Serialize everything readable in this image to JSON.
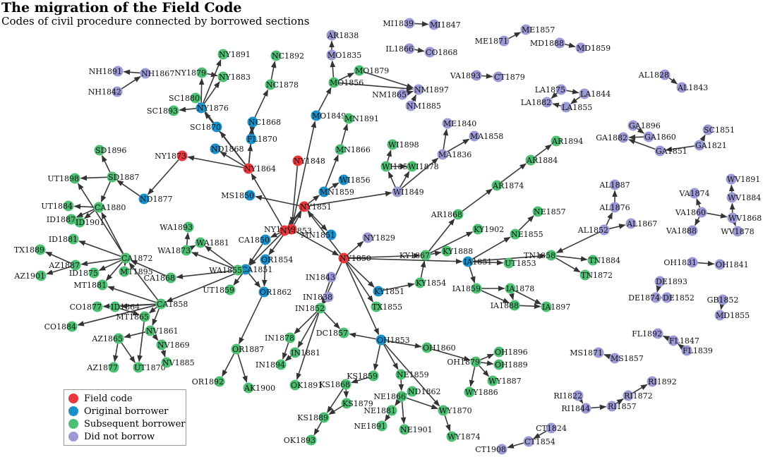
{
  "title": "The migration of the Field Code",
  "subtitle": "Codes of civil procedure connected by borrowed sections",
  "colors": {
    "field": "#e8383d",
    "original": "#1b8fc9",
    "subsequent": "#4cbf73",
    "none": "#9b9ad6",
    "edge": "#3a3a3a"
  },
  "legend": [
    {
      "label": "Field code",
      "category": "field"
    },
    {
      "label": "Original borrower",
      "category": "original"
    },
    {
      "label": "Subsequent borrower",
      "category": "subsequent"
    },
    {
      "label": "Did not borrow",
      "category": "none"
    }
  ],
  "nodes": [
    {
      "id": "NY1848",
      "c": "field"
    },
    {
      "id": "NY1849",
      "c": "field"
    },
    {
      "id": "NY1850",
      "c": "field"
    },
    {
      "id": "NY1851",
      "c": "field"
    },
    {
      "id": "NY1853",
      "c": "field"
    },
    {
      "id": "NY1864",
      "c": "field"
    },
    {
      "id": "NY1873",
      "c": "field"
    },
    {
      "id": "NY1876",
      "c": "original"
    },
    {
      "id": "SC1870",
      "c": "original"
    },
    {
      "id": "NC1868",
      "c": "original"
    },
    {
      "id": "FL1870",
      "c": "original"
    },
    {
      "id": "ND1868",
      "c": "original"
    },
    {
      "id": "MO1849",
      "c": "original"
    },
    {
      "id": "WI1856",
      "c": "original"
    },
    {
      "id": "MN1859",
      "c": "original"
    },
    {
      "id": "MN1851",
      "c": "original"
    },
    {
      "id": "MS1850",
      "c": "original"
    },
    {
      "id": "ND1877",
      "c": "original"
    },
    {
      "id": "CA1850",
      "c": "original"
    },
    {
      "id": "OR1854",
      "c": "original"
    },
    {
      "id": "CA1851",
      "c": "original"
    },
    {
      "id": "OR1862",
      "c": "original"
    },
    {
      "id": "KY1851",
      "c": "original"
    },
    {
      "id": "IA1851",
      "c": "original"
    },
    {
      "id": "OH1853",
      "c": "original"
    },
    {
      "id": "NY1891",
      "c": "subsequent"
    },
    {
      "id": "NY1879",
      "c": "subsequent"
    },
    {
      "id": "NY1883",
      "c": "subsequent"
    },
    {
      "id": "SC1880",
      "c": "subsequent"
    },
    {
      "id": "SC1893",
      "c": "subsequent"
    },
    {
      "id": "NC1892",
      "c": "subsequent"
    },
    {
      "id": "NC1878",
      "c": "subsequent"
    },
    {
      "id": "SD1896",
      "c": "subsequent"
    },
    {
      "id": "SD1887",
      "c": "subsequent"
    },
    {
      "id": "UT1898",
      "c": "subsequent"
    },
    {
      "id": "CA1880",
      "c": "subsequent"
    },
    {
      "id": "UT1884",
      "c": "subsequent"
    },
    {
      "id": "ID1887",
      "c": "subsequent"
    },
    {
      "id": "ID1901",
      "c": "subsequent"
    },
    {
      "id": "ID1881",
      "c": "subsequent"
    },
    {
      "id": "CA1872",
      "c": "subsequent"
    },
    {
      "id": "TX1889",
      "c": "subsequent"
    },
    {
      "id": "AZ1887",
      "c": "subsequent"
    },
    {
      "id": "AZ1901",
      "c": "subsequent"
    },
    {
      "id": "ID1875",
      "c": "subsequent"
    },
    {
      "id": "MT1895",
      "c": "subsequent"
    },
    {
      "id": "MT1881",
      "c": "subsequent"
    },
    {
      "id": "WA1893",
      "c": "subsequent"
    },
    {
      "id": "WA1873",
      "c": "subsequent"
    },
    {
      "id": "WA1881",
      "c": "subsequent"
    },
    {
      "id": "WA1855",
      "c": "subsequent"
    },
    {
      "id": "CA1868",
      "c": "subsequent"
    },
    {
      "id": "UT1859",
      "c": "subsequent"
    },
    {
      "id": "CO1877",
      "c": "subsequent"
    },
    {
      "id": "ID1864",
      "c": "subsequent"
    },
    {
      "id": "CA1858",
      "c": "subsequent"
    },
    {
      "id": "CO1884",
      "c": "subsequent"
    },
    {
      "id": "MT1865",
      "c": "subsequent"
    },
    {
      "id": "NV1861",
      "c": "subsequent"
    },
    {
      "id": "AZ1865",
      "c": "subsequent"
    },
    {
      "id": "NV1869",
      "c": "subsequent"
    },
    {
      "id": "AZ1877",
      "c": "subsequent"
    },
    {
      "id": "UT1870",
      "c": "subsequent"
    },
    {
      "id": "NV1885",
      "c": "subsequent"
    },
    {
      "id": "OR1887",
      "c": "subsequent"
    },
    {
      "id": "OR1892",
      "c": "subsequent"
    },
    {
      "id": "AK1900",
      "c": "subsequent"
    },
    {
      "id": "MO1856",
      "c": "subsequent"
    },
    {
      "id": "MO1879",
      "c": "subsequent"
    },
    {
      "id": "MN1891",
      "c": "subsequent"
    },
    {
      "id": "MN1866",
      "c": "subsequent"
    },
    {
      "id": "WI1898",
      "c": "subsequent"
    },
    {
      "id": "WI1858",
      "c": "subsequent"
    },
    {
      "id": "WI1878",
      "c": "subsequent"
    },
    {
      "id": "AR1894",
      "c": "subsequent"
    },
    {
      "id": "AR1884",
      "c": "subsequent"
    },
    {
      "id": "AR1874",
      "c": "subsequent"
    },
    {
      "id": "AR1868",
      "c": "subsequent"
    },
    {
      "id": "KY1902",
      "c": "subsequent"
    },
    {
      "id": "KY1867",
      "c": "subsequent"
    },
    {
      "id": "KY1888",
      "c": "subsequent"
    },
    {
      "id": "KY1854",
      "c": "subsequent"
    },
    {
      "id": "NE1857",
      "c": "subsequent"
    },
    {
      "id": "NE1855",
      "c": "subsequent"
    },
    {
      "id": "UT1853",
      "c": "subsequent"
    },
    {
      "id": "IA1859",
      "c": "subsequent"
    },
    {
      "id": "IA1878",
      "c": "subsequent"
    },
    {
      "id": "IA1888",
      "c": "subsequent"
    },
    {
      "id": "IA1897",
      "c": "subsequent"
    },
    {
      "id": "TN1858",
      "c": "subsequent"
    },
    {
      "id": "TN1884",
      "c": "subsequent"
    },
    {
      "id": "TN1872",
      "c": "subsequent"
    },
    {
      "id": "TX1855",
      "c": "subsequent"
    },
    {
      "id": "IN1852",
      "c": "subsequent"
    },
    {
      "id": "DC1857",
      "c": "subsequent"
    },
    {
      "id": "IN1878",
      "c": "subsequent"
    },
    {
      "id": "IN1881",
      "c": "subsequent"
    },
    {
      "id": "IN1894",
      "c": "subsequent"
    },
    {
      "id": "OK1891",
      "c": "subsequent"
    },
    {
      "id": "OH1860",
      "c": "subsequent"
    },
    {
      "id": "OH1879",
      "c": "subsequent"
    },
    {
      "id": "OH1896",
      "c": "subsequent"
    },
    {
      "id": "OH1889",
      "c": "subsequent"
    },
    {
      "id": "WY1887",
      "c": "subsequent"
    },
    {
      "id": "WY1886",
      "c": "subsequent"
    },
    {
      "id": "KS1859",
      "c": "subsequent"
    },
    {
      "id": "NE1859",
      "c": "subsequent"
    },
    {
      "id": "KS1868",
      "c": "subsequent"
    },
    {
      "id": "NE1866",
      "c": "subsequent"
    },
    {
      "id": "ND1862",
      "c": "subsequent"
    },
    {
      "id": "KS1879",
      "c": "subsequent"
    },
    {
      "id": "NE1881",
      "c": "subsequent"
    },
    {
      "id": "WY1870",
      "c": "subsequent"
    },
    {
      "id": "KS1889",
      "c": "subsequent"
    },
    {
      "id": "NE1891",
      "c": "subsequent"
    },
    {
      "id": "NE1901",
      "c": "subsequent"
    },
    {
      "id": "OK1893",
      "c": "subsequent"
    },
    {
      "id": "WY1874",
      "c": "subsequent"
    },
    {
      "id": "NH1891",
      "c": "none"
    },
    {
      "id": "NH1867",
      "c": "none"
    },
    {
      "id": "NH1842",
      "c": "none"
    },
    {
      "id": "AR1838",
      "c": "none"
    },
    {
      "id": "MO1835",
      "c": "none"
    },
    {
      "id": "MI1839",
      "c": "none"
    },
    {
      "id": "MI1847",
      "c": "none"
    },
    {
      "id": "IL1866",
      "c": "none"
    },
    {
      "id": "CO1868",
      "c": "none"
    },
    {
      "id": "ME1857",
      "c": "none"
    },
    {
      "id": "ME1871",
      "c": "none"
    },
    {
      "id": "MD1888",
      "c": "none"
    },
    {
      "id": "MD1859",
      "c": "none"
    },
    {
      "id": "VA1893",
      "c": "none"
    },
    {
      "id": "CT1879",
      "c": "none"
    },
    {
      "id": "NM1897",
      "c": "none"
    },
    {
      "id": "NM1865",
      "c": "none"
    },
    {
      "id": "NM1885",
      "c": "none"
    },
    {
      "id": "AL1828",
      "c": "none"
    },
    {
      "id": "AL1843",
      "c": "none"
    },
    {
      "id": "LA1875",
      "c": "none"
    },
    {
      "id": "LA1844",
      "c": "none"
    },
    {
      "id": "LA1882",
      "c": "none"
    },
    {
      "id": "LA1855",
      "c": "none"
    },
    {
      "id": "ME1840",
      "c": "none"
    },
    {
      "id": "MA1858",
      "c": "none"
    },
    {
      "id": "MA1836",
      "c": "none"
    },
    {
      "id": "WI1849",
      "c": "none"
    },
    {
      "id": "NY1829",
      "c": "none"
    },
    {
      "id": "GA1896",
      "c": "none"
    },
    {
      "id": "GA1882",
      "c": "none"
    },
    {
      "id": "GA1860",
      "c": "none"
    },
    {
      "id": "GA1851",
      "c": "none"
    },
    {
      "id": "SC1851",
      "c": "none"
    },
    {
      "id": "GA1821",
      "c": "none"
    },
    {
      "id": "AL1887",
      "c": "none"
    },
    {
      "id": "AL1876",
      "c": "none"
    },
    {
      "id": "AL1852",
      "c": "none"
    },
    {
      "id": "AL1867",
      "c": "none"
    },
    {
      "id": "WV1891",
      "c": "none"
    },
    {
      "id": "VA1874",
      "c": "none"
    },
    {
      "id": "WV1884",
      "c": "none"
    },
    {
      "id": "VA1860",
      "c": "none"
    },
    {
      "id": "WV1868",
      "c": "none"
    },
    {
      "id": "VA1888",
      "c": "none"
    },
    {
      "id": "WV1878",
      "c": "none"
    },
    {
      "id": "OH1831",
      "c": "none"
    },
    {
      "id": "OH1841",
      "c": "none"
    },
    {
      "id": "DE1893",
      "c": "none"
    },
    {
      "id": "DE1874",
      "c": "none"
    },
    {
      "id": "DE1852",
      "c": "none"
    },
    {
      "id": "GB1852",
      "c": "none"
    },
    {
      "id": "MD1855",
      "c": "none"
    },
    {
      "id": "IN1843",
      "c": "none"
    },
    {
      "id": "IN1838",
      "c": "none"
    },
    {
      "id": "FL1892",
      "c": "none"
    },
    {
      "id": "FL1847",
      "c": "none"
    },
    {
      "id": "FL1839",
      "c": "none"
    },
    {
      "id": "MS1871",
      "c": "none"
    },
    {
      "id": "MS1857",
      "c": "none"
    },
    {
      "id": "RI1822",
      "c": "none"
    },
    {
      "id": "RI1892",
      "c": "none"
    },
    {
      "id": "RI1844",
      "c": "none"
    },
    {
      "id": "RI1857",
      "c": "none"
    },
    {
      "id": "RI1872",
      "c": "none"
    },
    {
      "id": "CT1824",
      "c": "none"
    },
    {
      "id": "CT1854",
      "c": "none"
    },
    {
      "id": "CT1908",
      "c": "none"
    }
  ],
  "edges": [
    [
      "NY1848",
      "NY1849"
    ],
    [
      "NY1849",
      "NY1850"
    ],
    [
      "NY1849",
      "NY1851"
    ],
    [
      "NY1850",
      "NY1851"
    ],
    [
      "NY1851",
      "NY1853"
    ],
    [
      "NY1853",
      "NY1864"
    ],
    [
      "NY1864",
      "NY1873"
    ],
    [
      "NY1864",
      "NY1876"
    ],
    [
      "NY1864",
      "SC1870"
    ],
    [
      "NY1864",
      "NC1868"
    ],
    [
      "NY1864",
      "FL1870"
    ],
    [
      "NY1864",
      "ND1868"
    ],
    [
      "NY1876",
      "NY1879"
    ],
    [
      "NY1876",
      "NY1891"
    ],
    [
      "NY1879",
      "NY1883"
    ],
    [
      "NY1876",
      "NY1883"
    ],
    [
      "NY1876",
      "SC1880"
    ],
    [
      "NY1876",
      "SC1893"
    ],
    [
      "NC1868",
      "NC1878"
    ],
    [
      "NC1878",
      "NC1892"
    ],
    [
      "NC1868",
      "FL1870"
    ],
    [
      "SC1870",
      "SC1880"
    ],
    [
      "NY1873",
      "ND1877"
    ],
    [
      "ND1877",
      "SD1887"
    ],
    [
      "SD1887",
      "SD1896"
    ],
    [
      "SD1887",
      "CA1880"
    ],
    [
      "SD1887",
      "UT1898"
    ],
    [
      "NY1849",
      "MO1849"
    ],
    [
      "MO1849",
      "MO1856"
    ],
    [
      "MO1856",
      "MO1835"
    ],
    [
      "MO1835",
      "AR1838"
    ],
    [
      "MO1856",
      "MO1879"
    ],
    [
      "MO1879",
      "NM1897"
    ],
    [
      "MO1856",
      "NM1897"
    ],
    [
      "NM1865",
      "NM1897"
    ],
    [
      "NM1885",
      "NM1897"
    ],
    [
      "NY1851",
      "MN1851"
    ],
    [
      "NY1851",
      "MN1859"
    ],
    [
      "MN1859",
      "MN1866"
    ],
    [
      "MN1866",
      "MN1891"
    ],
    [
      "MN1859",
      "WI1856"
    ],
    [
      "WI1849",
      "WI1858"
    ],
    [
      "WI1858",
      "WI1898"
    ],
    [
      "WI1858",
      "WI1878"
    ],
    [
      "WI1849",
      "WI1878"
    ],
    [
      "WI1849",
      "MA1836"
    ],
    [
      "MA1836",
      "MA1858"
    ],
    [
      "MA1836",
      "ME1840"
    ],
    [
      "NY1851",
      "WI1849"
    ],
    [
      "NY1851",
      "MS1850"
    ],
    [
      "NY1850",
      "NY1829"
    ],
    [
      "NY1853",
      "CA1850"
    ],
    [
      "CA1850",
      "CA1851"
    ],
    [
      "NY1851",
      "OR1854"
    ],
    [
      "NY1853",
      "CA1851"
    ],
    [
      "CA1851",
      "WA1855"
    ],
    [
      "CA1851",
      "UT1859"
    ],
    [
      "CA1851",
      "CA1858"
    ],
    [
      "CA1851",
      "CA1868"
    ],
    [
      "CA1851",
      "OR1862"
    ],
    [
      "OR1854",
      "OR1862"
    ],
    [
      "OR1862",
      "OR1887"
    ],
    [
      "OR1887",
      "OR1892"
    ],
    [
      "OR1887",
      "AK1900"
    ],
    [
      "CA1872",
      "CA1880"
    ],
    [
      "CA1880",
      "UT1884"
    ],
    [
      "CA1880",
      "ID1887"
    ],
    [
      "CA1880",
      "ID1901"
    ],
    [
      "CA1872",
      "ID1881"
    ],
    [
      "CA1872",
      "AZ1887"
    ],
    [
      "CA1872",
      "MT1895"
    ],
    [
      "CA1872",
      "ID1875"
    ],
    [
      "CA1872",
      "MT1881"
    ],
    [
      "CA1872",
      "UT1898"
    ],
    [
      "AZ1887",
      "TX1889"
    ],
    [
      "AZ1887",
      "AZ1901"
    ],
    [
      "WA1855",
      "WA1873"
    ],
    [
      "WA1873",
      "WA1893"
    ],
    [
      "WA1873",
      "WA1881"
    ],
    [
      "WA1855",
      "WA1881"
    ],
    [
      "CA1868",
      "CA1872"
    ],
    [
      "CA1858",
      "CA1872"
    ],
    [
      "CA1858",
      "ID1864"
    ],
    [
      "CA1858",
      "MT1865"
    ],
    [
      "CA1858",
      "NV1861"
    ],
    [
      "CA1858",
      "CO1877"
    ],
    [
      "CA1858",
      "CO1884"
    ],
    [
      "CA1858",
      "MT1881"
    ],
    [
      "NV1861",
      "NV1869"
    ],
    [
      "NV1869",
      "NV1885"
    ],
    [
      "NV1861",
      "AZ1865"
    ],
    [
      "AZ1865",
      "AZ1877"
    ],
    [
      "AZ1865",
      "UT1870"
    ],
    [
      "MT1865",
      "UT1870"
    ],
    [
      "ID1864",
      "MT1865"
    ],
    [
      "NY1850",
      "KY1851"
    ],
    [
      "KY1851",
      "KY1854"
    ],
    [
      "KY1854",
      "KY1867"
    ],
    [
      "KY1867",
      "KY1888"
    ],
    [
      "KY1867",
      "KY1902"
    ],
    [
      "KY1867",
      "AR1868"
    ],
    [
      "AR1868",
      "AR1874"
    ],
    [
      "AR1874",
      "AR1884"
    ],
    [
      "AR1884",
      "AR1894"
    ],
    [
      "NY1850",
      "KY1867"
    ],
    [
      "NY1850",
      "IA1851"
    ],
    [
      "IA1851",
      "UT1853"
    ],
    [
      "IA1851",
      "NE1855"
    ],
    [
      "NE1855",
      "NE1857"
    ],
    [
      "IA1851",
      "IA1859"
    ],
    [
      "IA1859",
      "IA1878"
    ],
    [
      "IA1878",
      "IA1888"
    ],
    [
      "IA1859",
      "IA1888"
    ],
    [
      "IA1888",
      "IA1897"
    ],
    [
      "IA1878",
      "IA1897"
    ],
    [
      "IA1851",
      "TN1858"
    ],
    [
      "TN1858",
      "TN1884"
    ],
    [
      "TN1858",
      "TN1872"
    ],
    [
      "AL1852",
      "TN1858"
    ],
    [
      "NY1850",
      "OH1853"
    ],
    [
      "NY1850",
      "TX1855"
    ],
    [
      "NY1850",
      "IN1852"
    ],
    [
      "IN1843",
      "IN1852"
    ],
    [
      "IN1838",
      "IN1852"
    ],
    [
      "IN1852",
      "DC1857"
    ],
    [
      "IN1852",
      "IN1878"
    ],
    [
      "IN1852",
      "IN1881"
    ],
    [
      "IN1878",
      "IN1894"
    ],
    [
      "IN1881",
      "IN1894"
    ],
    [
      "IN1852",
      "OK1891"
    ],
    [
      "OH1853",
      "DC1857"
    ],
    [
      "OH1853",
      "OH1860"
    ],
    [
      "OH1860",
      "OH1879"
    ],
    [
      "OH1879",
      "OH1896"
    ],
    [
      "OH1879",
      "OH1889"
    ],
    [
      "OH1879",
      "WY1887"
    ],
    [
      "OH1879",
      "WY1886"
    ],
    [
      "OH1853",
      "KS1859"
    ],
    [
      "OH1853",
      "NE1859"
    ],
    [
      "KS1859",
      "KS1868"
    ],
    [
      "KS1868",
      "KS1879"
    ],
    [
      "KS1879",
      "KS1889"
    ],
    [
      "KS1889",
      "OK1893"
    ],
    [
      "KS1868",
      "KS1889"
    ],
    [
      "NE1859",
      "NE1866"
    ],
    [
      "NE1866",
      "ND1862"
    ],
    [
      "NE1866",
      "NE1881"
    ],
    [
      "NE1881",
      "NE1891"
    ],
    [
      "NE1866",
      "NE1901"
    ],
    [
      "NE1866",
      "WY1870"
    ],
    [
      "WY1870",
      "WY1874"
    ],
    [
      "OH1853",
      "WY1870"
    ],
    [
      "NH1842",
      "NH1867"
    ],
    [
      "NH1867",
      "NH1891"
    ],
    [
      "MI1839",
      "MI1847"
    ],
    [
      "IL1866",
      "CO1868"
    ],
    [
      "ME1871",
      "ME1857"
    ],
    [
      "MD1888",
      "MD1859"
    ],
    [
      "VA1893",
      "CT1879"
    ],
    [
      "AL1828",
      "AL1843"
    ],
    [
      "LA1875",
      "LA1844"
    ],
    [
      "LA1844",
      "LA1855"
    ],
    [
      "LA1855",
      "LA1882"
    ],
    [
      "LA1875",
      "LA1882"
    ],
    [
      "GA1896",
      "GA1860"
    ],
    [
      "GA1860",
      "GA1882"
    ],
    [
      "GA1851",
      "GA1882"
    ],
    [
      "GA1821",
      "GA1851"
    ],
    [
      "GA1821",
      "SC1851"
    ],
    [
      "AL1876",
      "AL1887"
    ],
    [
      "AL1852",
      "AL1876"
    ],
    [
      "AL1852",
      "AL1867"
    ],
    [
      "VA1860",
      "VA1874"
    ],
    [
      "VA1860",
      "WV1868"
    ],
    [
      "WV1868",
      "WV1884"
    ],
    [
      "WV1884",
      "WV1891"
    ],
    [
      "WV1868",
      "WV1878"
    ],
    [
      "VA1860",
      "VA1888"
    ],
    [
      "OH1831",
      "OH1841"
    ],
    [
      "DE1852",
      "DE1874"
    ],
    [
      "DE1893",
      "DE1874"
    ],
    [
      "GB1852",
      "MD1855"
    ],
    [
      "FL1847",
      "FL1892"
    ],
    [
      "FL1839",
      "FL1847"
    ],
    [
      "MS1857",
      "MS1871"
    ],
    [
      "RI1822",
      "RI1844"
    ],
    [
      "RI1844",
      "RI1857"
    ],
    [
      "RI1857",
      "RI1872"
    ],
    [
      "RI1872",
      "RI1892"
    ],
    [
      "CT1824",
      "CT1854"
    ],
    [
      "CT1854",
      "CT1908"
    ]
  ]
}
